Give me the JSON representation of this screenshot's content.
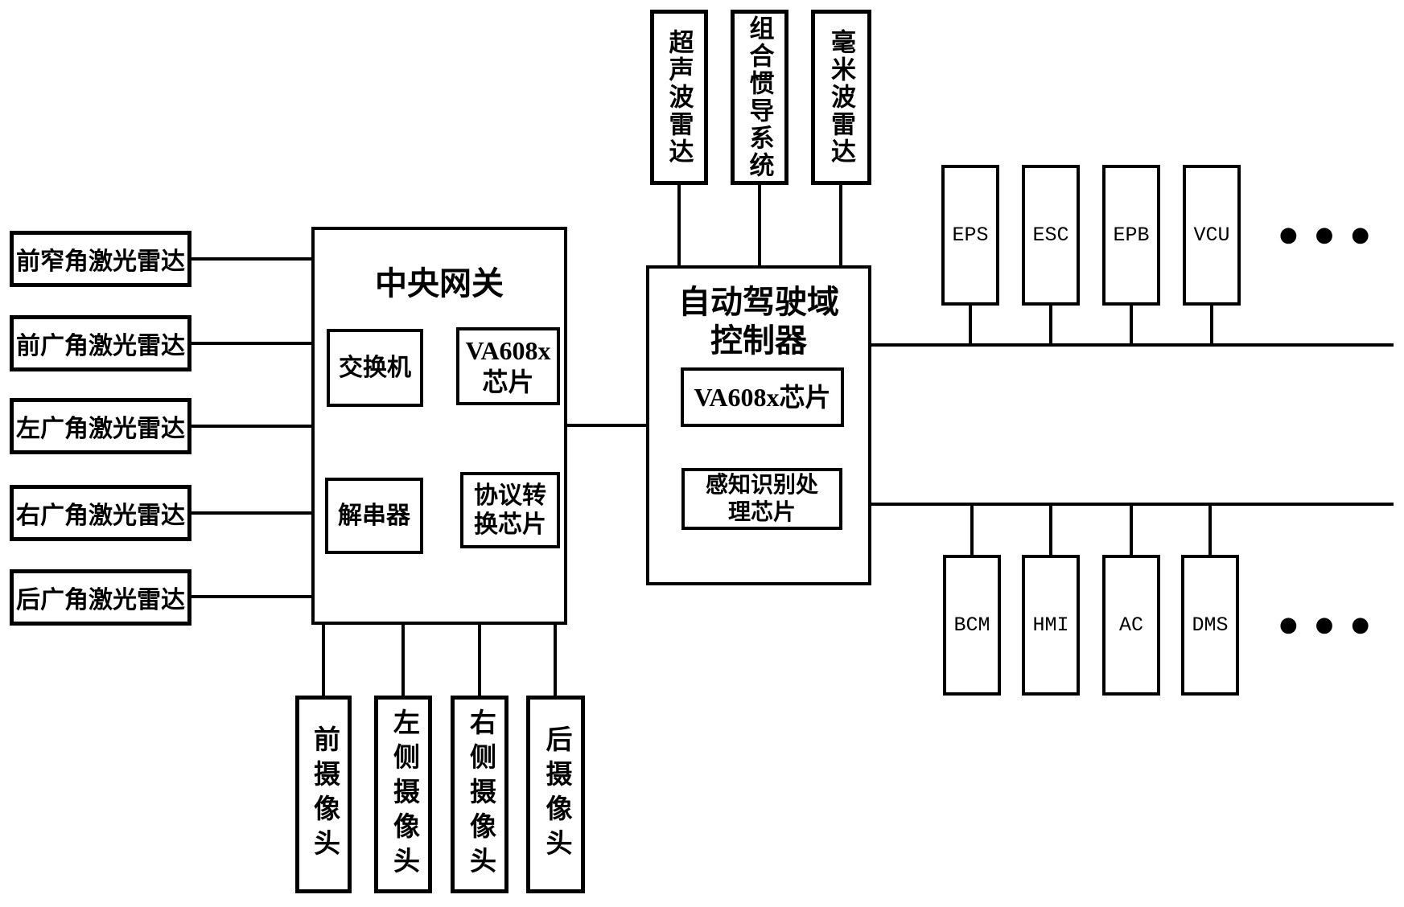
{
  "colors": {
    "line": "#000000",
    "background": "#ffffff",
    "text": "#000000"
  },
  "diagram": {
    "left_sensors": [
      "前窄角激光雷达",
      "前广角激光雷达",
      "左广角激光雷达",
      "右广角激光雷达",
      "后广角激光雷达"
    ],
    "top_sensors": [
      "超声波雷达",
      "组合惯导系统",
      "毫米波雷达"
    ],
    "gateway": {
      "title": "中央网关",
      "switch": "交换机",
      "va608x_chip": [
        "VA608x",
        "芯片"
      ],
      "deserializer": "解串器",
      "protocol_chip": [
        "协议转",
        "换芯片"
      ]
    },
    "domain_controller": {
      "title": [
        "自动驾驶域",
        "控制器"
      ],
      "va608x_chip": "VA608x芯片",
      "perception_chip": [
        "感知识别处",
        "理芯片"
      ]
    },
    "ecu_top": [
      "EPS",
      "ESC",
      "EPB",
      "VCU"
    ],
    "ecu_bottom": [
      "BCM",
      "HMI",
      "AC",
      "DMS"
    ],
    "cameras": [
      "前摄像头",
      "左侧摄像头",
      "右侧摄像头",
      "后摄像头"
    ],
    "ellipsis": "●●●"
  }
}
